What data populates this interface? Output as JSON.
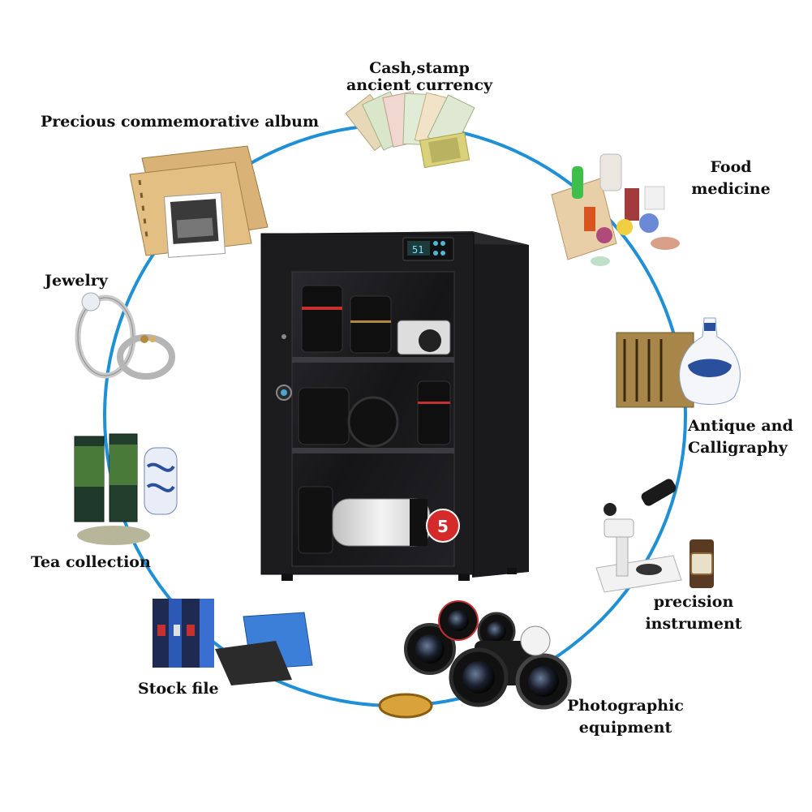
{
  "labels": {
    "cash": [
      "Cash,stamp",
      "ancient currency"
    ],
    "album": "Precious commemorative album",
    "food": [
      "Food",
      "medicine"
    ],
    "jewelry": "Jewelry",
    "antique": [
      "Antique and",
      "Calligraphy"
    ],
    "tea": "Tea collection",
    "precision": [
      "precision",
      "instrument"
    ],
    "stock": "Stock file",
    "photo": [
      "Photographic",
      "equipment"
    ]
  },
  "cabinet": {
    "display_text": "51",
    "badge_text": "5"
  },
  "colors": {
    "circle": "#1f8fd6",
    "cabinet": "#1c1c1e",
    "label": "#111111"
  },
  "icons": [
    "cash-icon",
    "album-icon",
    "food-medicine-icon",
    "jewelry-icon",
    "antique-icon",
    "tea-icon",
    "microscope-icon",
    "folder-icon",
    "camera-icon",
    "dry-cabinet"
  ]
}
